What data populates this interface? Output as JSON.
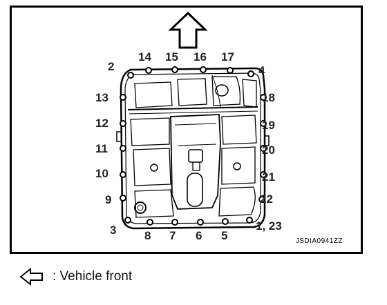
{
  "figure": {
    "code": "JSDIA0941ZZ",
    "bolt_labels": [
      {
        "id": "b2",
        "text": "2"
      },
      {
        "id": "b14",
        "text": "14"
      },
      {
        "id": "b15",
        "text": "15"
      },
      {
        "id": "b16",
        "text": "16"
      },
      {
        "id": "b17",
        "text": "17"
      },
      {
        "id": "b4",
        "text": "4"
      },
      {
        "id": "b13",
        "text": "13"
      },
      {
        "id": "b18",
        "text": "18"
      },
      {
        "id": "b12",
        "text": "12"
      },
      {
        "id": "b19",
        "text": "19"
      },
      {
        "id": "b11",
        "text": "11"
      },
      {
        "id": "b20",
        "text": "20"
      },
      {
        "id": "b10",
        "text": "10"
      },
      {
        "id": "b21",
        "text": "21"
      },
      {
        "id": "b9",
        "text": "9"
      },
      {
        "id": "b22",
        "text": "22"
      },
      {
        "id": "b3",
        "text": "3"
      },
      {
        "id": "b8",
        "text": "8"
      },
      {
        "id": "b7",
        "text": "7"
      },
      {
        "id": "b6",
        "text": "6"
      },
      {
        "id": "b5",
        "text": "5"
      },
      {
        "id": "b1_23",
        "text": "1, 23"
      }
    ]
  },
  "legend": {
    "icon": "outline-arrow-left-icon",
    "text": ": Vehicle front"
  }
}
